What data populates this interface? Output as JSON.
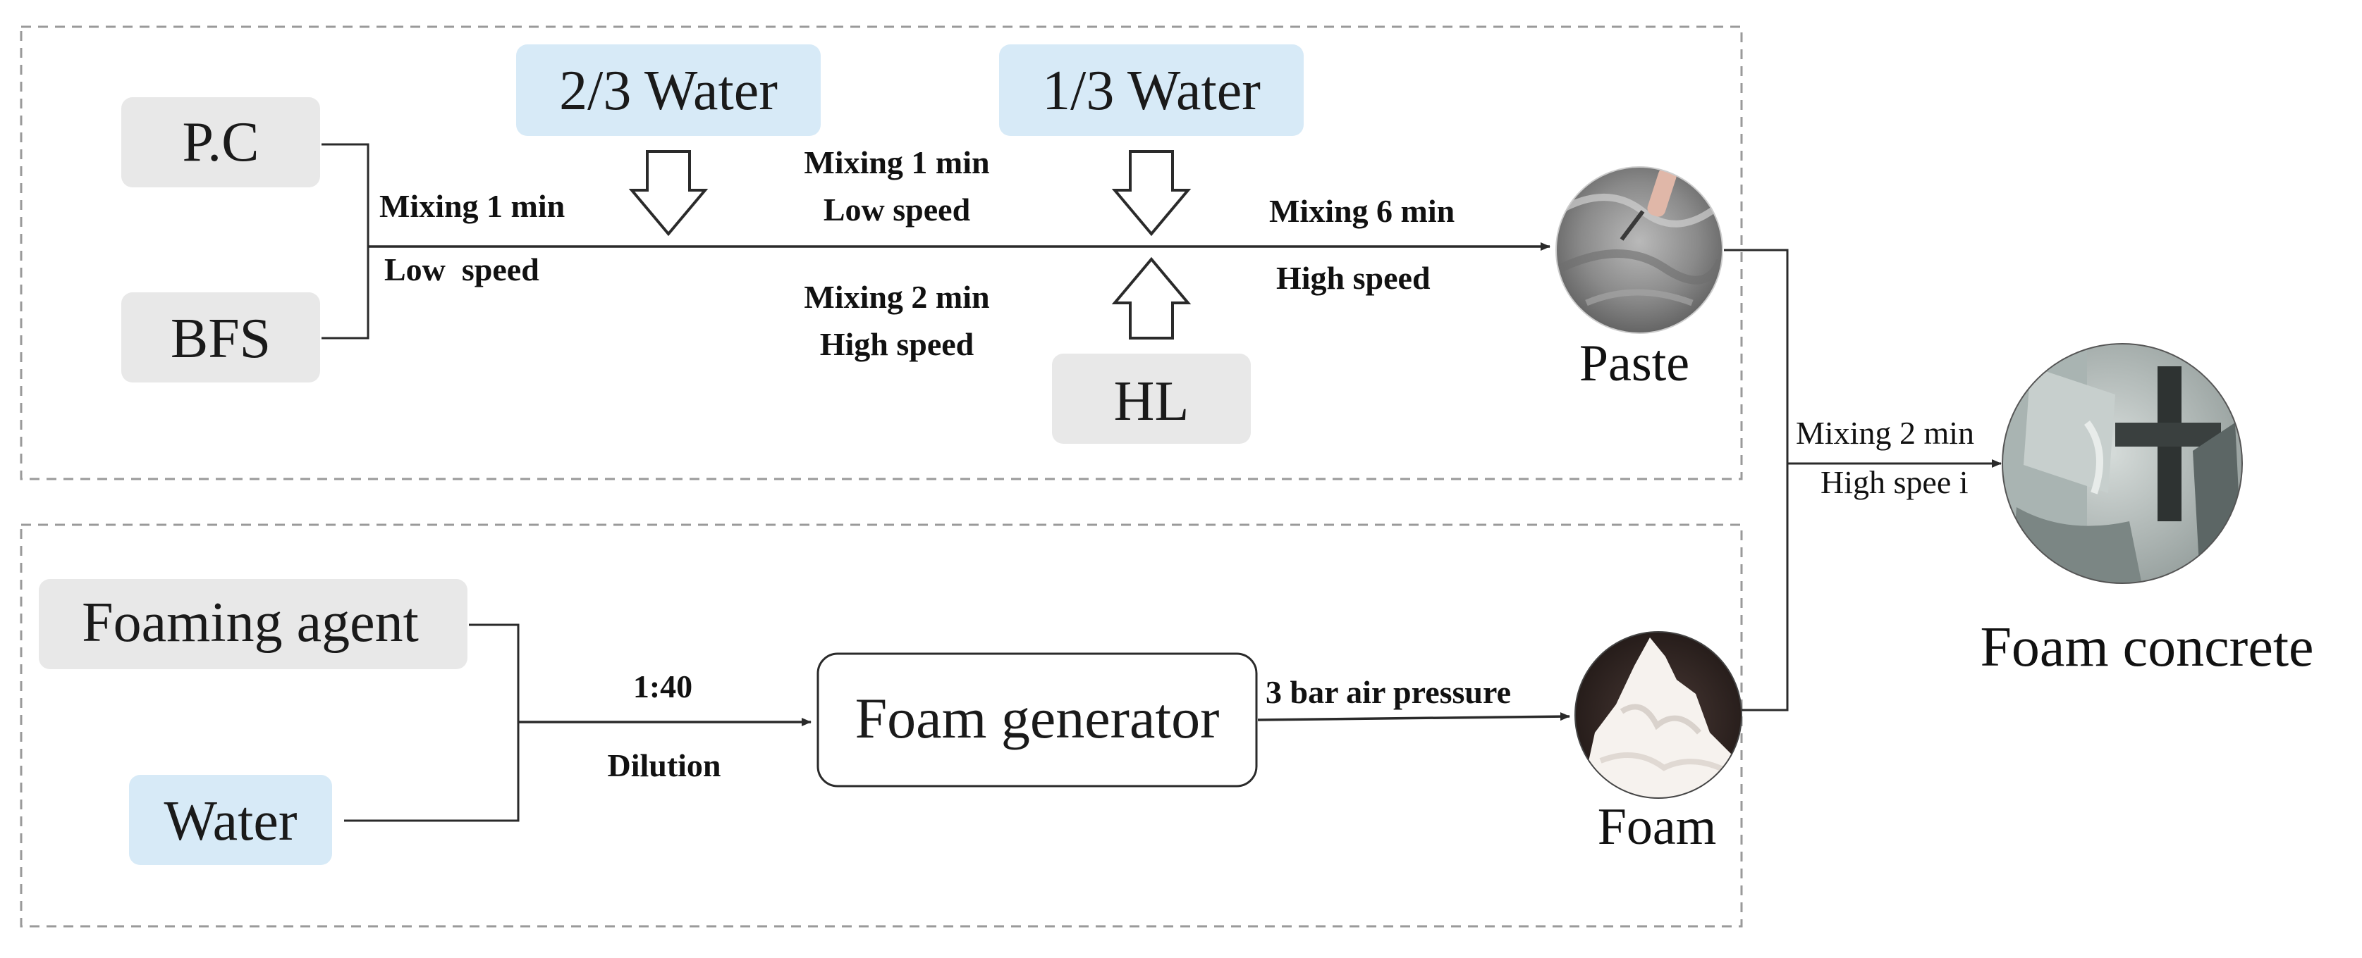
{
  "colors": {
    "gray_box": "#e8e8e8",
    "blue_box": "#d7eaf7",
    "line": "#2a2a2a",
    "dashed": "#9a9a9a"
  },
  "inputs": {
    "pc": "P.C",
    "bfs": "BFS",
    "water_two_thirds": "2/3 Water",
    "water_one_third": "1/3 Water",
    "hl": "HL",
    "foaming_agent": "Foaming agent",
    "water": "Water"
  },
  "steps": {
    "mix1_time": "Mixing 1 min",
    "mix1_speed": "Low  speed",
    "mix2_time": "Mixing 1 min",
    "mix2_speed": "Low speed",
    "mix3_time": "Mixing 2 min",
    "mix3_speed": "High speed",
    "mix4_time": "Mixing 6 min",
    "mix4_speed": "High speed",
    "dilution_ratio": "1:40",
    "dilution_label": "Dilution",
    "pressure": "3 bar air pressure",
    "final_time": "Mixing 2 min",
    "final_speed": "High spee i"
  },
  "nodes": {
    "foam_generator": "Foam generator",
    "paste": "Paste",
    "foam": "Foam",
    "foam_concrete": "Foam concrete"
  }
}
